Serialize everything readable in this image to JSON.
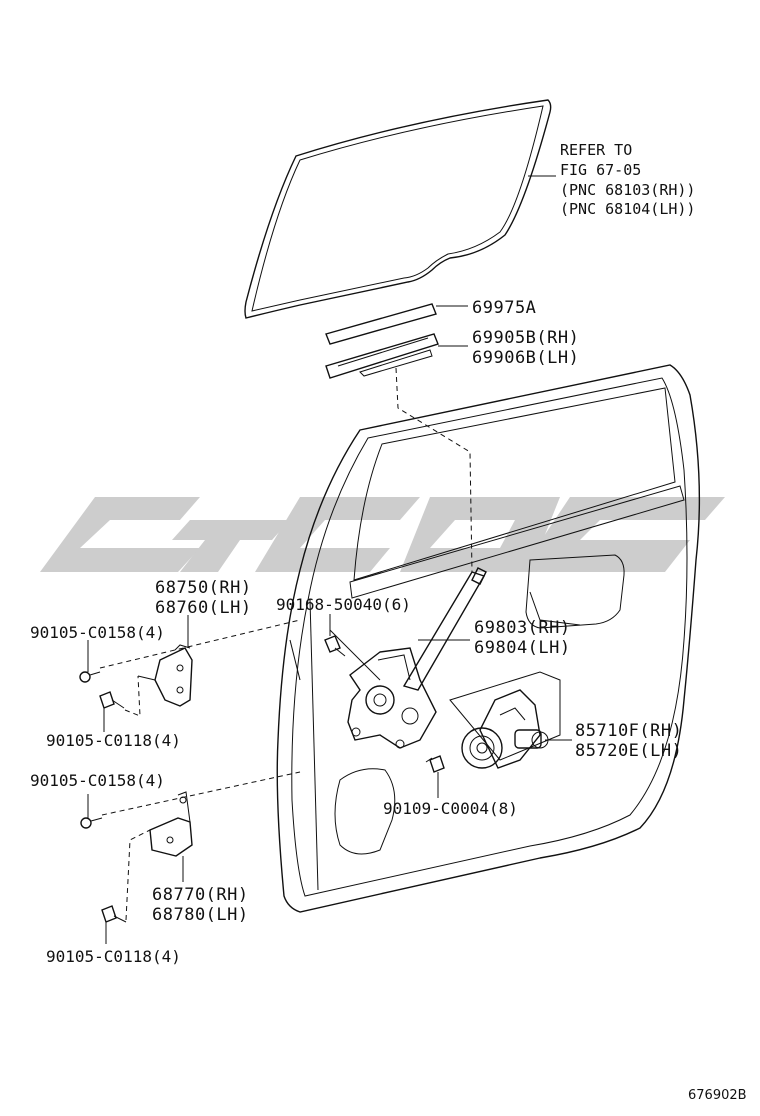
{
  "labels": {
    "refer_to": {
      "line1": "REFER TO",
      "line2": "FIG 67-05",
      "line3": "(PNC 68103(RH))",
      "line4": "(PNC 68104(LH))"
    },
    "p69975A": "69975A",
    "p69905B": "69905B(RH)",
    "p69906B": "69906B(LH)",
    "p68750": "68750(RH)",
    "p68760": "68760(LH)",
    "p90168": "90168-50040(6)",
    "p69803": "69803(RH)",
    "p69804": "69804(LH)",
    "p90105_c0158_a": "90105-C0158(4)",
    "p90105_c0118_a": "90105-C0118(4)",
    "p85710F": "85710F(RH)",
    "p85720E": "85720E(LH)",
    "p90105_c0158_b": "90105-C0158(4)",
    "p90109": "90109-C0004(8)",
    "p68770": "68770(RH)",
    "p68780": "68780(LH)",
    "p90105_c0118_b": "90105-C0118(4)"
  },
  "figure_number": "676902B",
  "watermark_color": "#c8c8c8"
}
